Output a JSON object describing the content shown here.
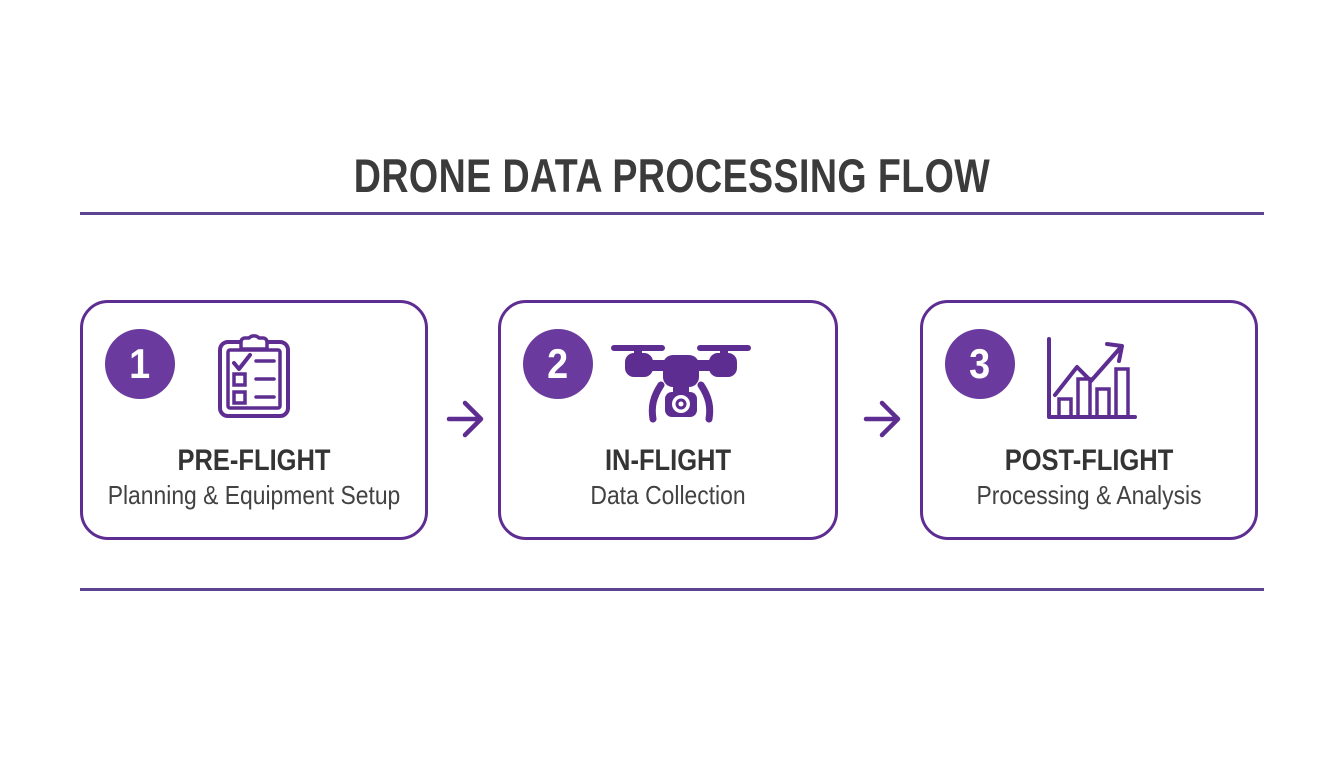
{
  "title": "DRONE DATA PROCESSING FLOW",
  "steps": [
    {
      "number": "1",
      "heading": "PRE-FLIGHT",
      "subheading": "Planning & Equipment Setup",
      "icon": "checklist-clipboard-icon"
    },
    {
      "number": "2",
      "heading": "IN-FLIGHT",
      "subheading": "Data Collection",
      "icon": "drone-icon"
    },
    {
      "number": "3",
      "heading": "POST-FLIGHT",
      "subheading": "Processing & Analysis",
      "icon": "bar-chart-growth-icon"
    }
  ],
  "colors": {
    "purple": "#5e2d91",
    "badge": "#6a3a9e",
    "rule": "#5c4490",
    "title_color": "#3b3b3b",
    "heading_color": "#343434",
    "sub_color": "#424242"
  }
}
